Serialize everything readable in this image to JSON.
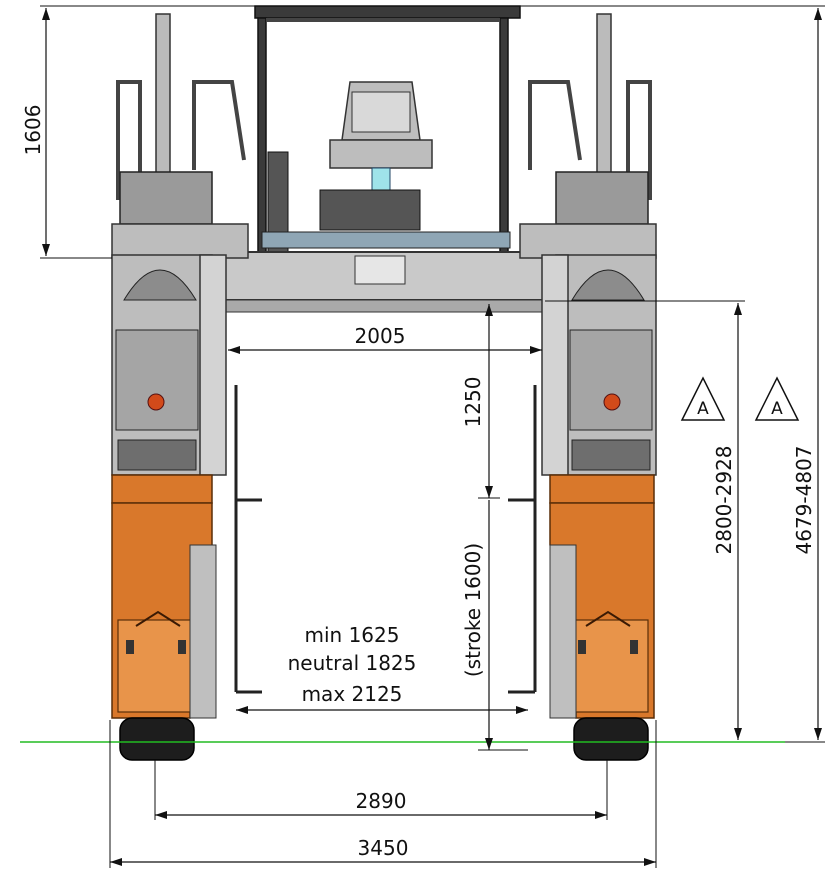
{
  "dimensions": {
    "cab_height": "1606",
    "inner_width": "2005",
    "vertical_clearance": "1250",
    "stroke": "(stroke 1600)",
    "track_min": "min 1625",
    "track_neutral": "neutral 1825",
    "track_max": "max 2125",
    "wheel_track": "2890",
    "overall_width": "3450",
    "clearance_range": "2800-2928",
    "overall_height_range": "4679-4807"
  },
  "markers": {
    "note_marker_1": "A",
    "note_marker_2": "A"
  },
  "colors": {
    "body_orange": "#d9782b",
    "frame_grey": "#c9c9c9",
    "ground_line": "#22bb22"
  }
}
